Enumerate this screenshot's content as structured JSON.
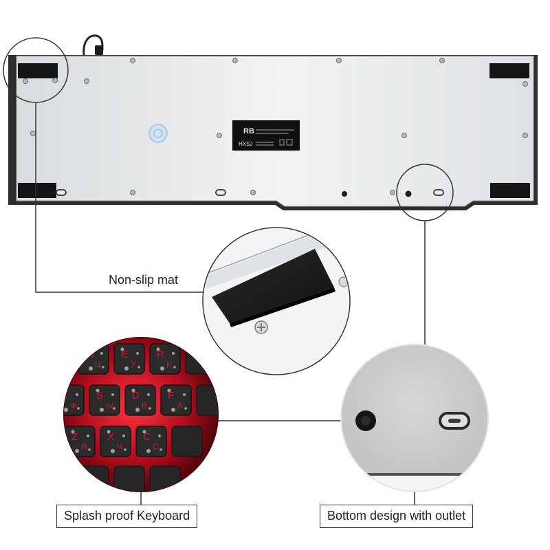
{
  "callouts": {
    "non_slip": "Non-slip mat",
    "splash": "Splash proof Keyboard",
    "outlet": "Bottom design with outlet"
  },
  "keyboard_label": {
    "logo_top": "RB",
    "logo_bottom": "HXSJ"
  },
  "keycaps": [
    {
      "latin": "W",
      "cyrillic": "Ц"
    },
    {
      "latin": "E",
      "cyrillic": "У"
    },
    {
      "latin": "R",
      "cyrillic": "К"
    },
    {
      "latin": "A",
      "cyrillic": "Ф"
    },
    {
      "latin": "S",
      "cyrillic": "Ы"
    },
    {
      "latin": "D",
      "cyrillic": "В"
    },
    {
      "latin": "F",
      "cyrillic": "А"
    },
    {
      "latin": "Z",
      "cyrillic": "Я"
    },
    {
      "latin": "X",
      "cyrillic": "Ч"
    },
    {
      "latin": "C",
      "cyrillic": "С"
    }
  ],
  "colors": {
    "keyboard_body": "#e9ebec",
    "keyboard_frame": "#3a3a3a",
    "mat": "#1a1a1a",
    "keycap_glow": "#d3142a"
  }
}
